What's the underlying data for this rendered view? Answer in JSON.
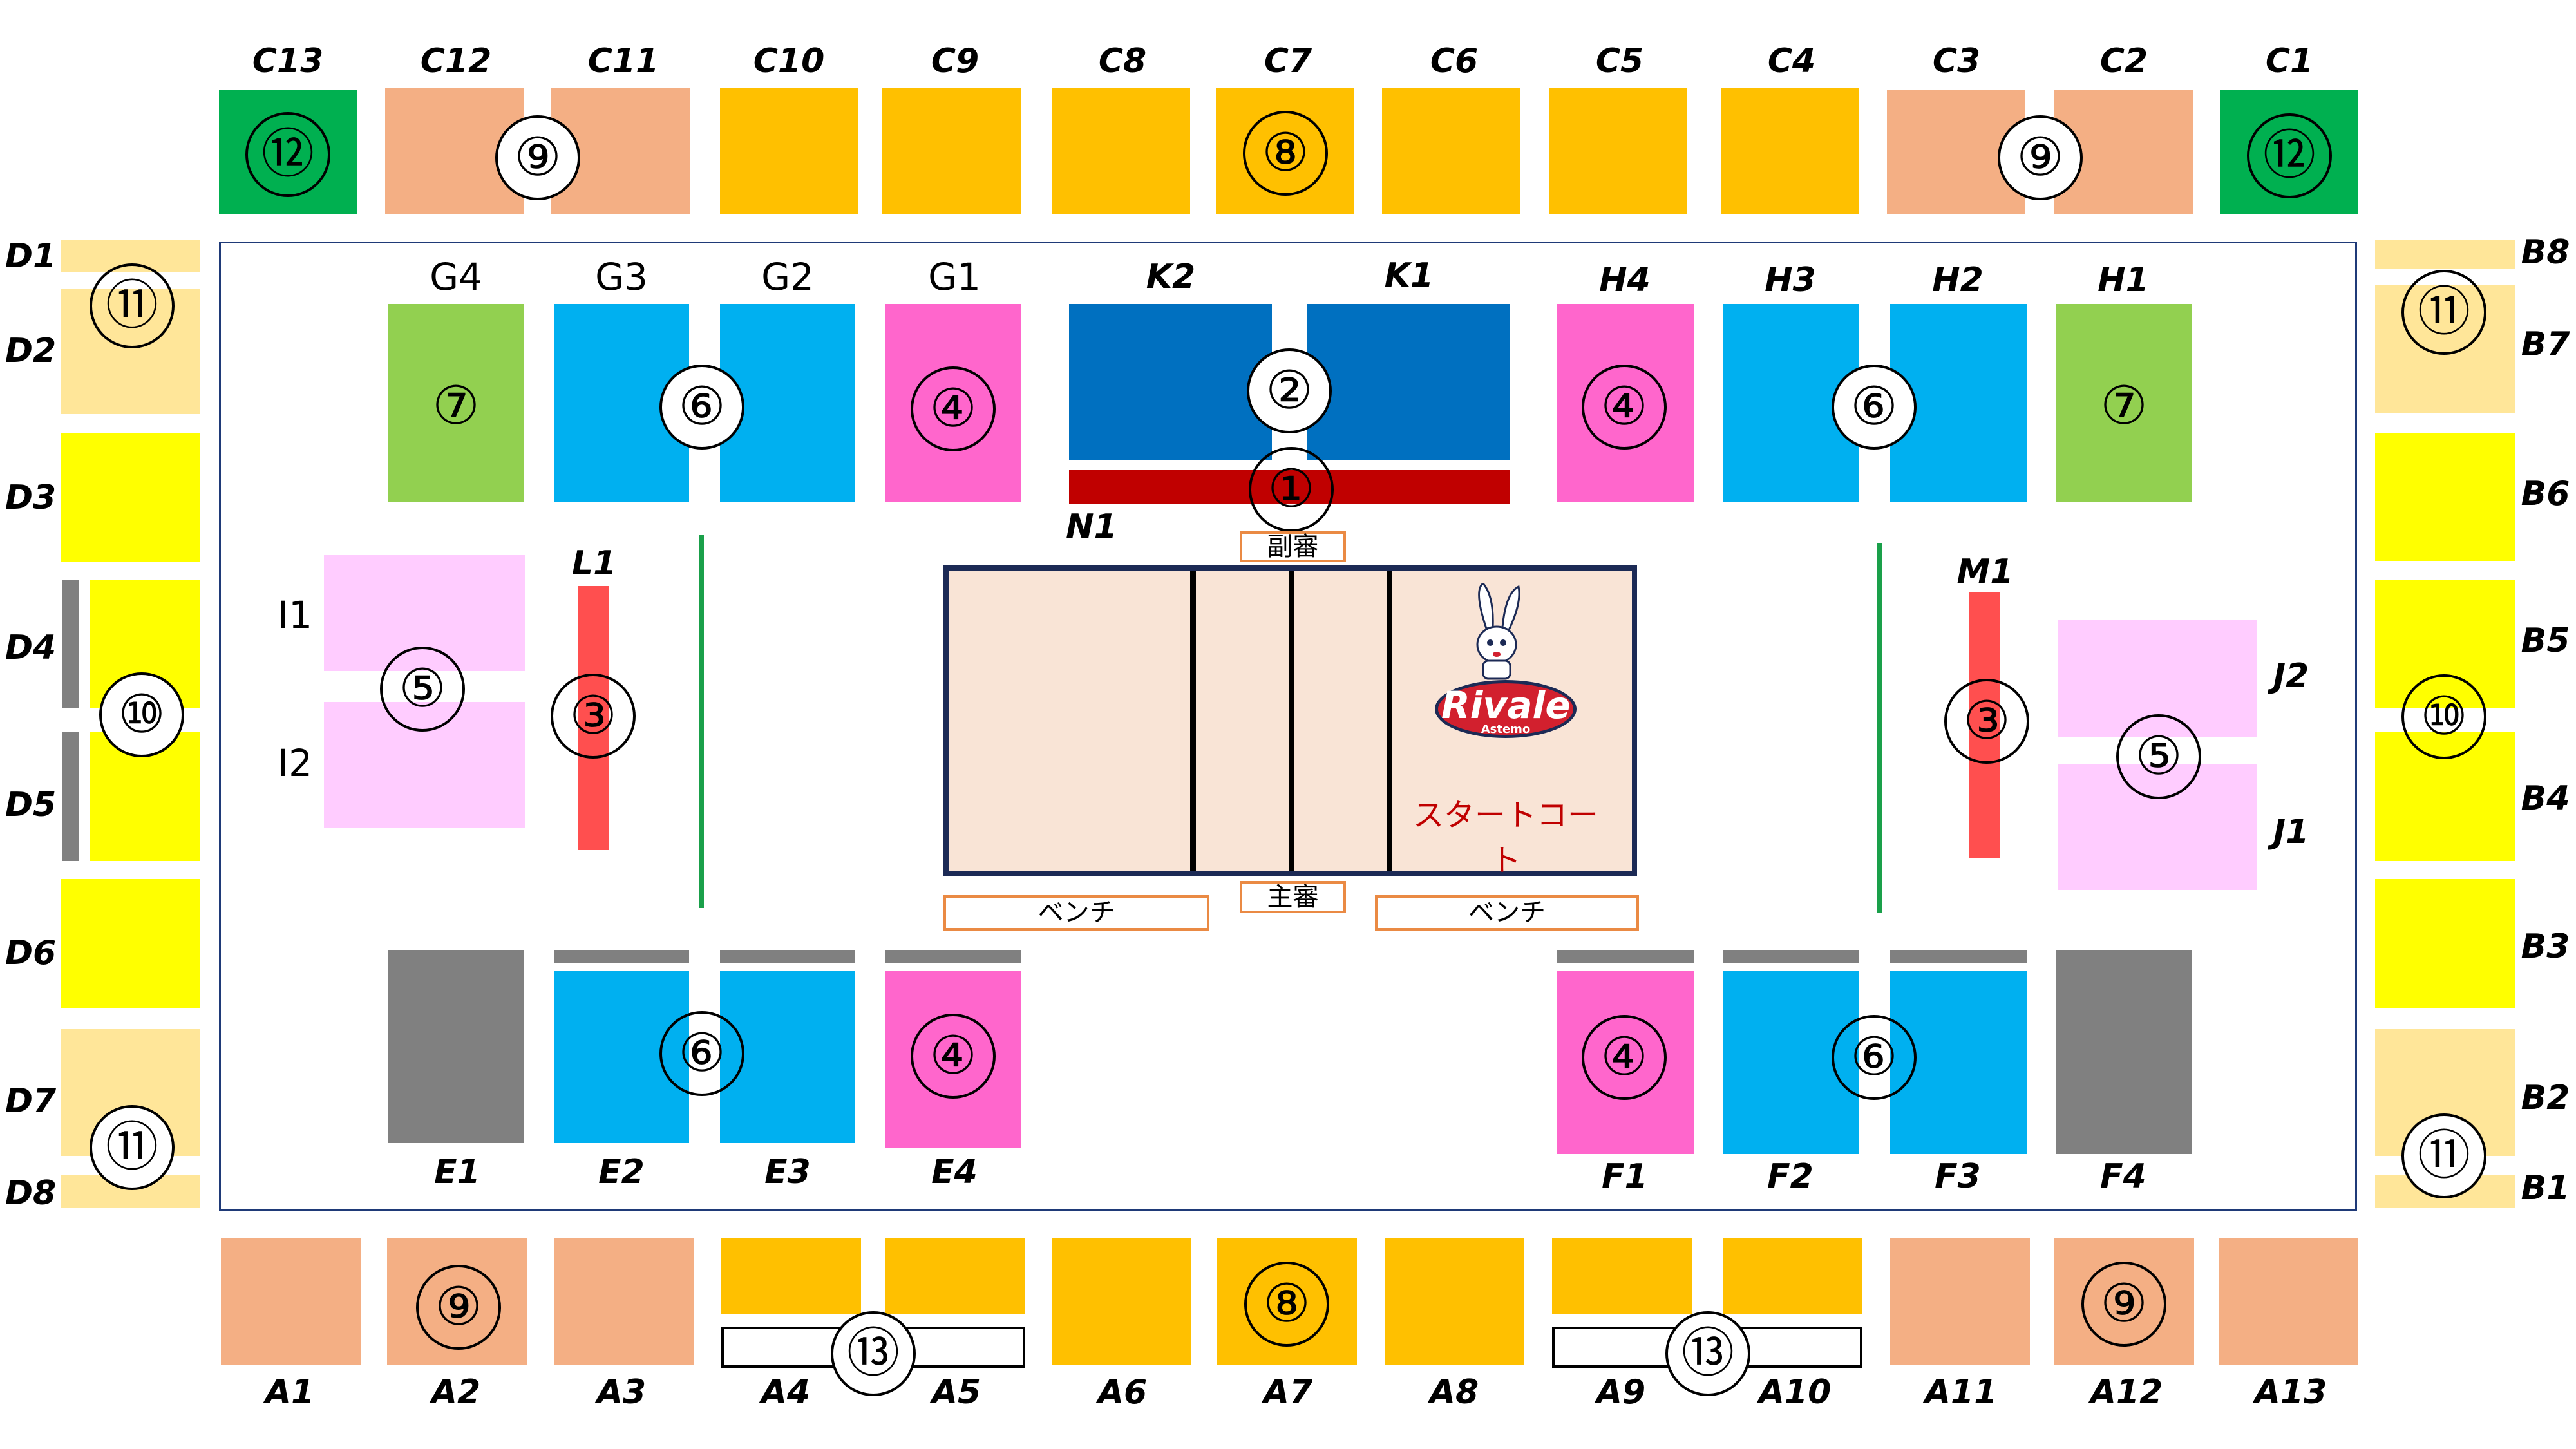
{
  "colors": {
    "orange": "#ffc000",
    "salmon": "#f4af84",
    "green12": "#00b050",
    "pale_yellow": "#ffe699",
    "yellow": "#ffff00",
    "lime": "#92d050",
    "cyan": "#00b0f0",
    "pink": "#ff66cc",
    "blue": "#0070c0",
    "red_bar": "#c00000",
    "red_pillar": "#ff4f4f",
    "light_pink": "#ffccff",
    "gray": "#808080",
    "court": "#f9e4d6"
  },
  "top_sections": [
    "C13",
    "C12",
    "C11",
    "C10",
    "C9",
    "C8",
    "C7",
    "C6",
    "C5",
    "C4",
    "C3",
    "C2",
    "C1"
  ],
  "bottom_sections": [
    "A1",
    "A2",
    "A3",
    "A4",
    "A5",
    "A6",
    "A7",
    "A8",
    "A9",
    "A10",
    "A11",
    "A12",
    "A13"
  ],
  "left_sections": [
    "D1",
    "D2",
    "D3",
    "D4",
    "D5",
    "D6",
    "D7",
    "D8"
  ],
  "right_sections": [
    "B8",
    "B7",
    "B6",
    "B5",
    "B4",
    "B3",
    "B2",
    "B1"
  ],
  "inner": {
    "g": [
      "G4",
      "G3",
      "G2",
      "G1"
    ],
    "k": [
      "K2",
      "K1"
    ],
    "h": [
      "H4",
      "H3",
      "H2",
      "H1"
    ],
    "e": [
      "E1",
      "E2",
      "E3",
      "E4"
    ],
    "f": [
      "F1",
      "F2",
      "F3",
      "F4"
    ],
    "n1": "N1",
    "l1": "L1",
    "m1": "M1",
    "i": [
      "I1",
      "I2"
    ],
    "j": [
      "J2",
      "J1"
    ]
  },
  "zones": {
    "z1": "①",
    "z2": "②",
    "z3": "③",
    "z4": "④",
    "z5": "⑤",
    "z6": "⑥",
    "z7": "⑦",
    "z8": "⑧",
    "z9": "⑨",
    "z10": "⑩",
    "z11": "⑪",
    "z12": "⑫",
    "z13": "⑬"
  },
  "court": {
    "fukushin": "副審",
    "shushin": "主審",
    "bench": "ベンチ",
    "start_court": "スタートコート",
    "logo": "Rivale",
    "logo_sub": "Astemo"
  }
}
